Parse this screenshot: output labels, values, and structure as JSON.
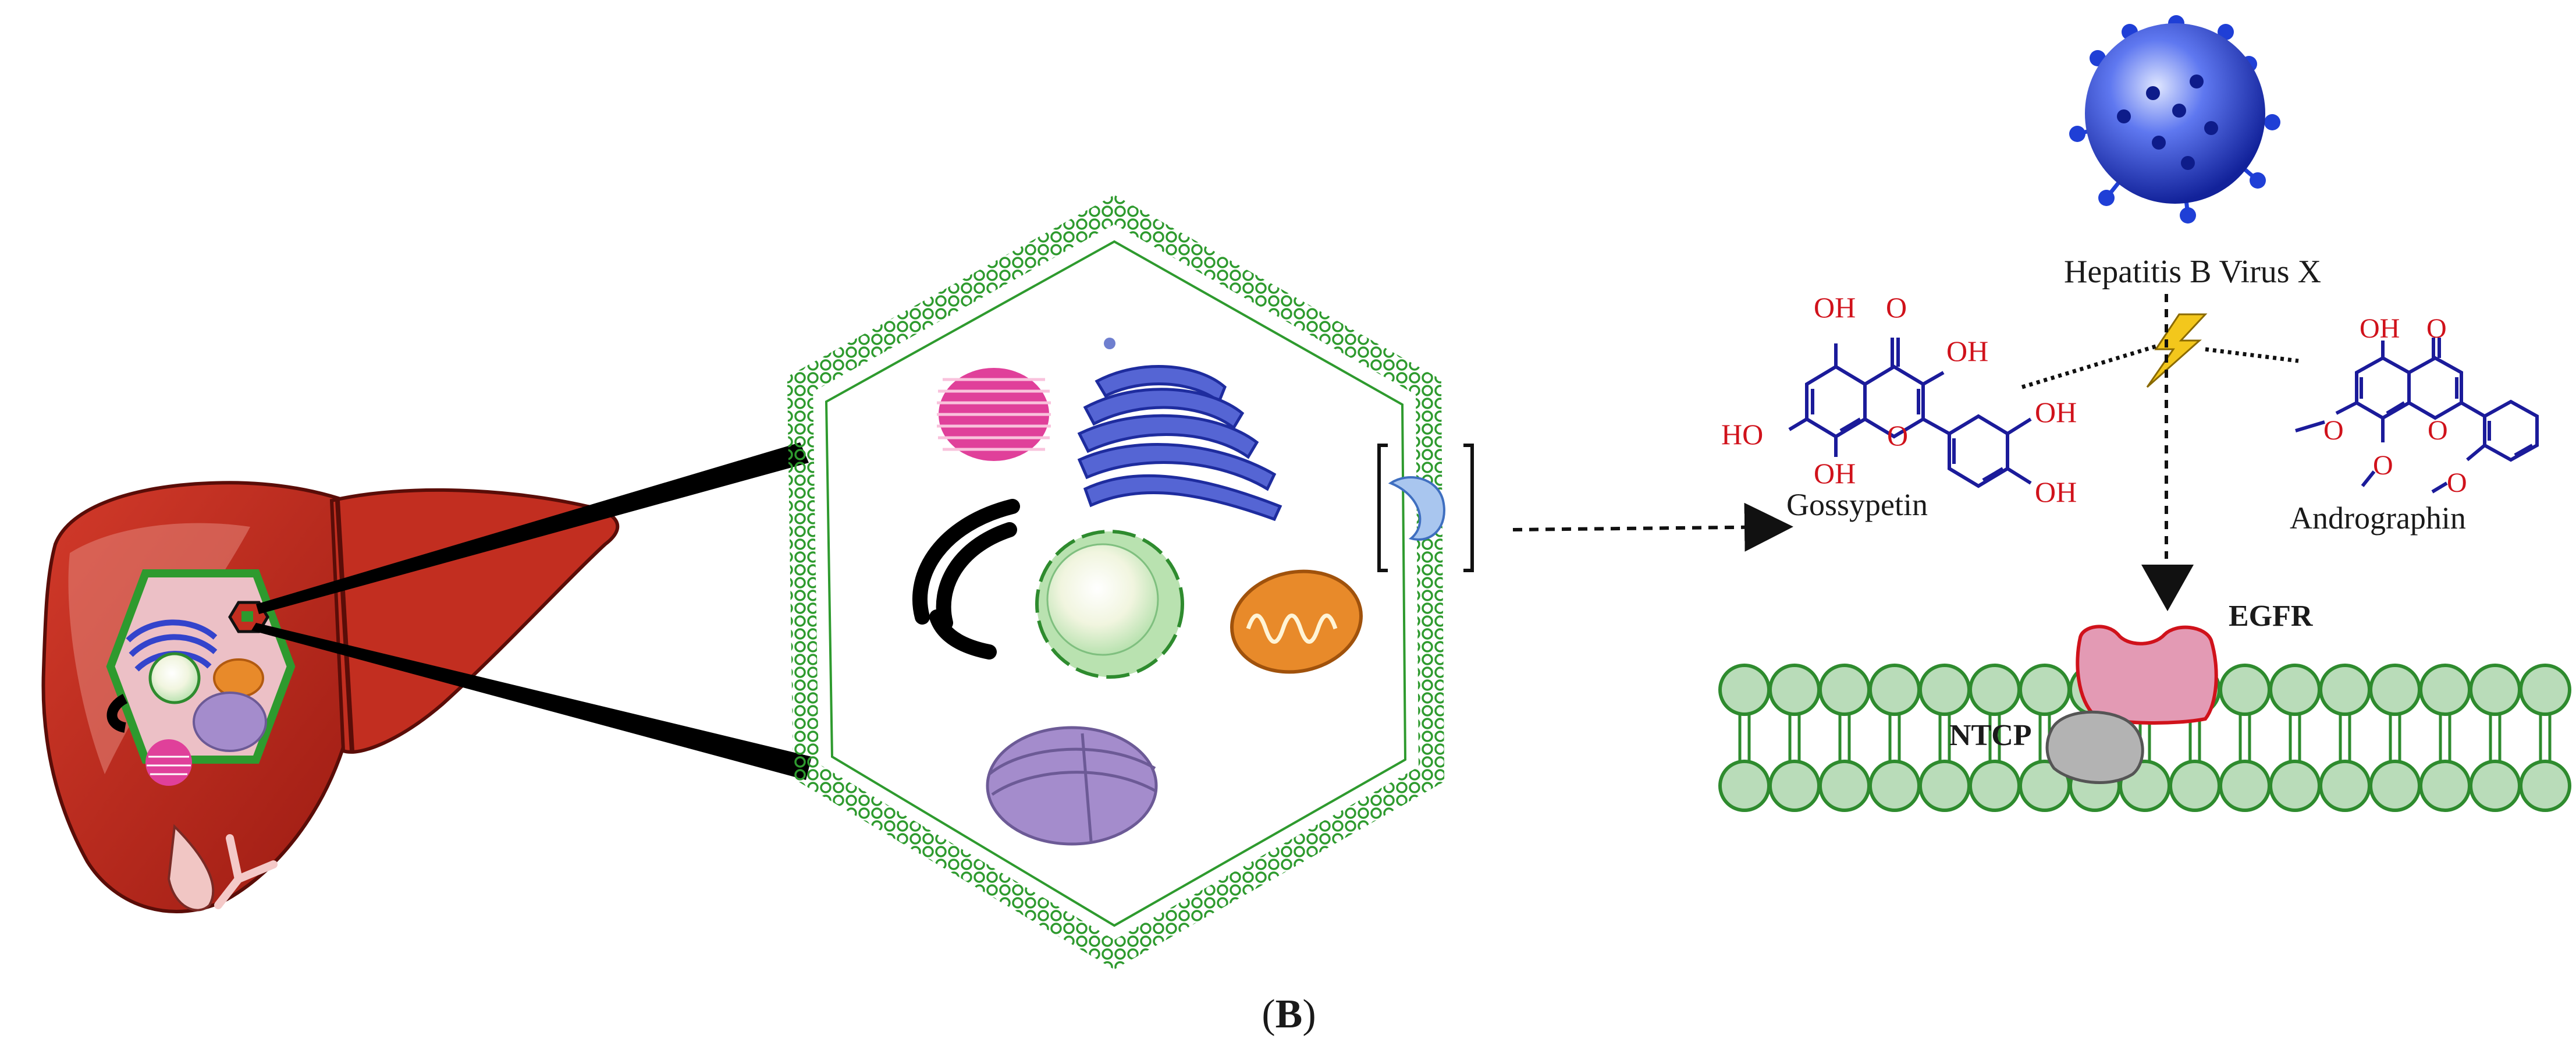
{
  "figure": {
    "panel_label_open": "(",
    "panel_label_letter": "B",
    "panel_label_close": ")"
  },
  "labels": {
    "virus": "Hepatitis B Virus X",
    "compound1": "Gossypetin",
    "compound2": "Andrographin",
    "receptor1": "EGFR",
    "receptor2": "NTCP"
  },
  "gossypetin_atoms": {
    "oh_top": "OH",
    "o_carbonyl": "O",
    "oh_3": "OH",
    "ho_7": "HO",
    "o_ring": "O",
    "oh_8": "OH",
    "oh_3p": "OH",
    "oh_4p": "OH"
  },
  "andrographin_atoms": {
    "oh_5": "OH",
    "o_carbonyl": "O",
    "o_ring": "O",
    "o_7": "O",
    "o_8": "O",
    "o_2p": "O"
  },
  "colors": {
    "liver": "#b8261b",
    "cell_wall": "#2e9a2e",
    "membrane_fill": "#b9dcb9",
    "membrane_stroke": "#2e8b2e",
    "virus": "#1f3fd6",
    "egfr": "#e39ab4",
    "ntcp": "#b3b3b3",
    "atom_hetero": "#d0121b",
    "bond": "#1b1b9a",
    "golgi": "#4f5fd0",
    "mito": "#e88a2a",
    "er_pink": "#e0409a",
    "vacuole": "#a48ccc"
  }
}
